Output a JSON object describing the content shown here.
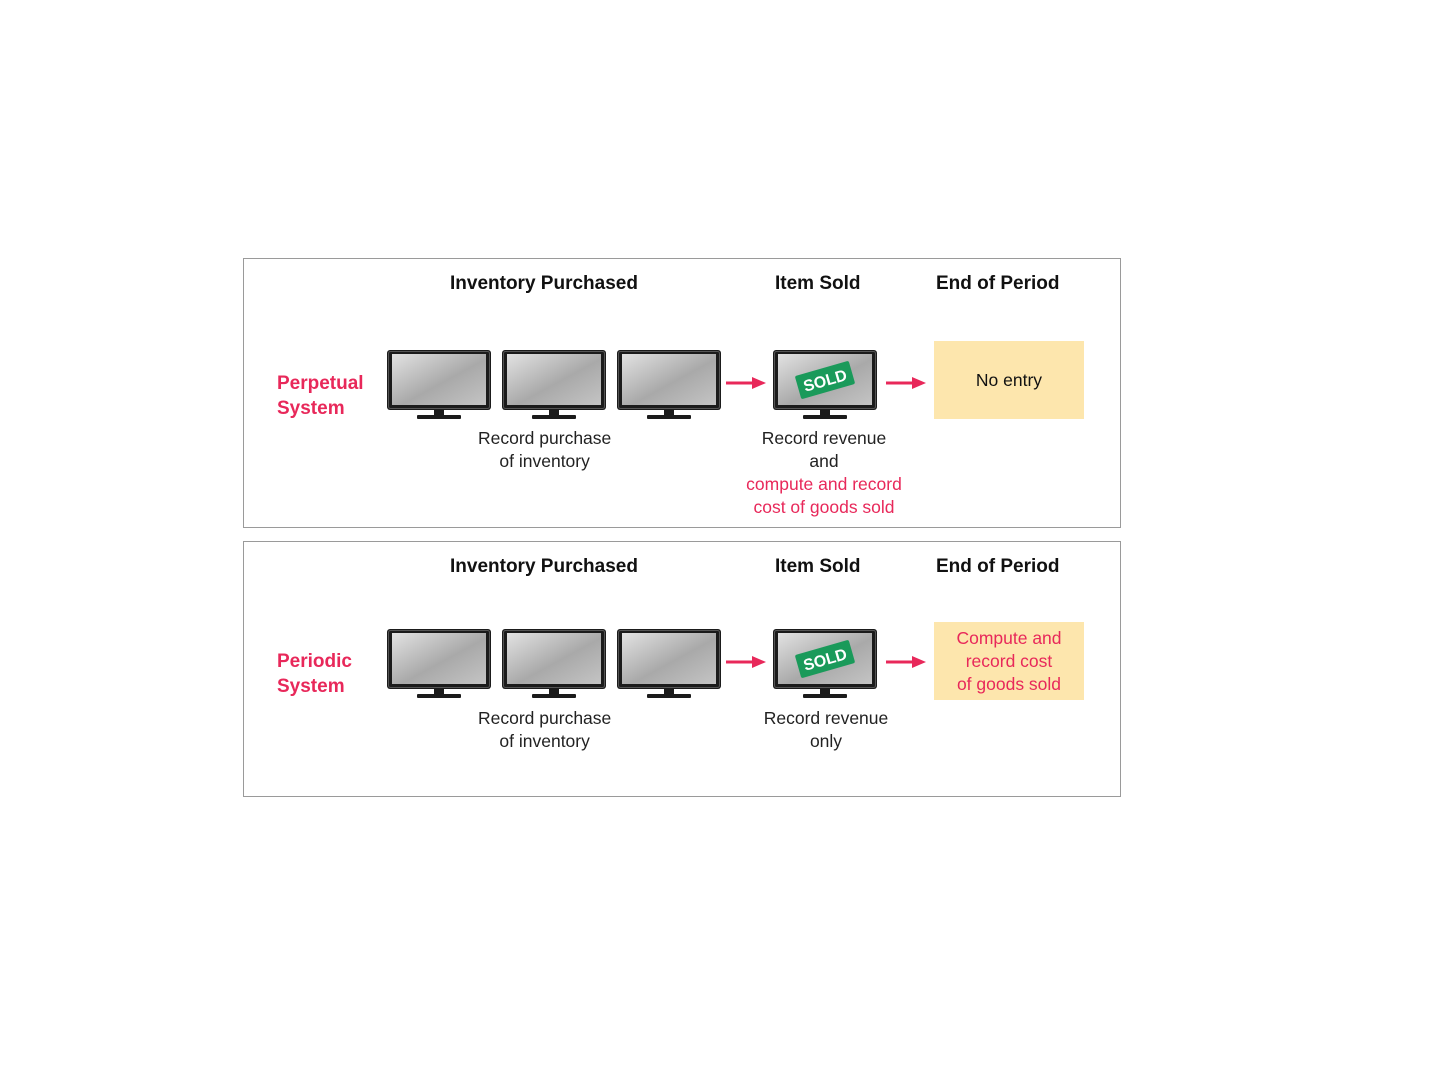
{
  "panels": [
    {
      "system_label": [
        "Perpetual",
        "System"
      ],
      "headers": {
        "inventory_purchased": "Inventory Purchased",
        "item_sold": "Item Sold",
        "end_of_period": "End of Period"
      },
      "purchase_caption": [
        "Record purchase",
        "of inventory"
      ],
      "sold_caption": [
        "Record revenue",
        "and"
      ],
      "sold_caption_red": [
        "compute and record",
        "cost of goods sold"
      ],
      "end_box": [
        "No entry"
      ],
      "end_box_color": "#111111",
      "sold_tag": "SOLD"
    },
    {
      "system_label": [
        "Periodic",
        "System"
      ],
      "headers": {
        "inventory_purchased": "Inventory Purchased",
        "item_sold": "Item Sold",
        "end_of_period": "End of Period"
      },
      "purchase_caption": [
        "Record purchase",
        "of inventory"
      ],
      "sold_caption": [
        "Record revenue",
        "only"
      ],
      "sold_caption_red": [],
      "end_box": [
        "Compute and",
        "record cost",
        "of goods sold"
      ],
      "end_box_color": "#e8285a",
      "sold_tag": "SOLD"
    }
  ],
  "colors": {
    "accent": "#e8285a",
    "box_fill": "#fde6ad",
    "sold_tag": "#1a9a5a"
  }
}
